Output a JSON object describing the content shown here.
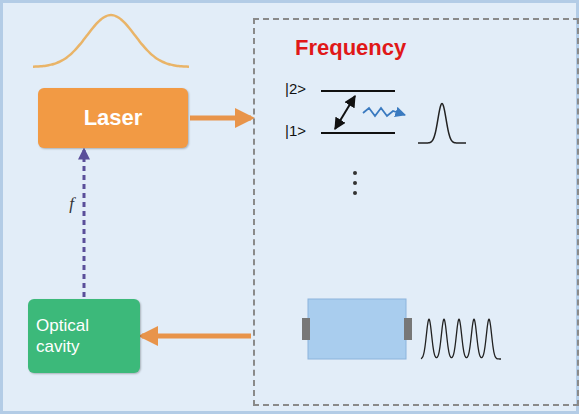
{
  "diagram": {
    "nodes": [
      {
        "text": [
          "Laser"
        ]
      },
      {
        "text": [
          "Frequency"
        ]
      },
      {
        "text": [
          "Optical cavity"
        ]
      }
    ],
    "edges": [
      {
        "from": 0,
        "to": 1,
        "arrow": "to"
      },
      {
        "from": 1,
        "to": 2,
        "arrow": "to"
      },
      {
        "from": 2,
        "to": 0,
        "arrow": "to",
        "label": "f"
      }
    ],
    "labels": [
      "|2>",
      "|1>"
    ]
  }
}
